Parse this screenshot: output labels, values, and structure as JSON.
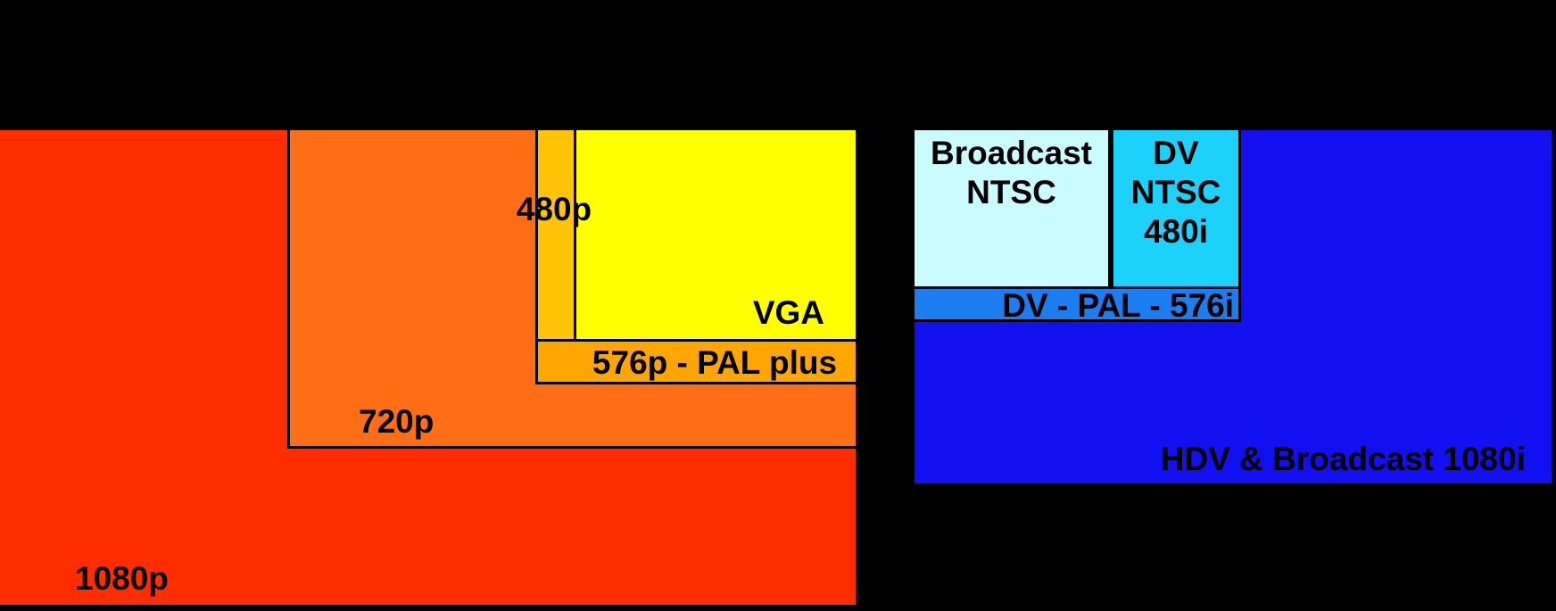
{
  "canvas": {
    "background": "#000000",
    "border_color": "#000000",
    "text_color": "#000000"
  },
  "resolutions": {
    "p1080": {
      "label": "1080p",
      "color": "#FF2D00"
    },
    "p720": {
      "label": "720p",
      "color": "#FF6D15"
    },
    "p480": {
      "label": "480p",
      "color": "#FFC408"
    },
    "pal576p": {
      "label": "576p - PAL plus",
      "color": "#FFA500"
    },
    "vga": {
      "label": "VGA",
      "color": "#FFFF00"
    },
    "broadcast_ntsc": {
      "line1": "Broadcast",
      "line2": "NTSC",
      "color": "#C9FBFF"
    },
    "dv_ntsc_480i": {
      "line1": "DV",
      "line2": "NTSC",
      "line3": "480i",
      "color": "#1CD2FB"
    },
    "dv_pal_576i": {
      "label": "DV - PAL - 576i",
      "color": "#1C7DF0"
    },
    "hdv_broadcast_1080i": {
      "label": "HDV & Broadcast 1080i",
      "color": "#1210F0"
    }
  }
}
